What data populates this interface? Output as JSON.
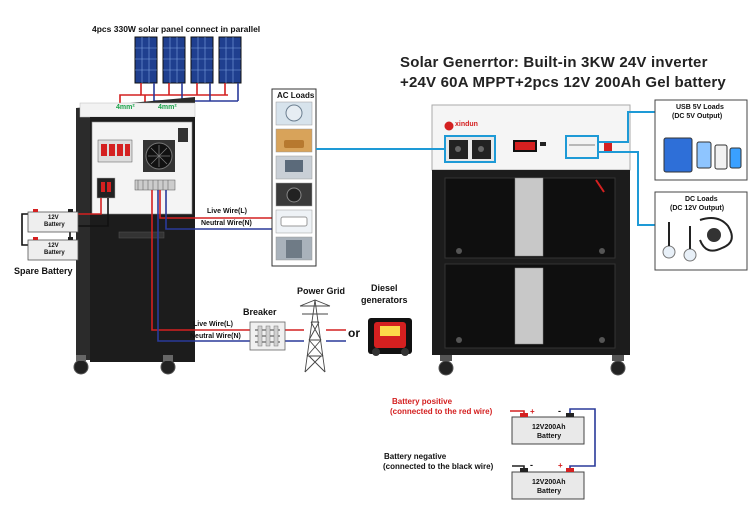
{
  "solar": {
    "heading": "4pcs 330W solar panel connect in parallel",
    "wire_left": "4mm²",
    "wire_right": "4mm²"
  },
  "spare_battery": {
    "label": "Spare Battery",
    "cell_voltage_top": "12V",
    "cell_name_top": "Battery",
    "cell_voltage_bottom": "12V",
    "cell_name_bottom": "Battery"
  },
  "ac_loads": {
    "title": "AC Loads",
    "live_wire": "Live Wire(L)",
    "neutral_wire": "Neutral Wire(N)"
  },
  "grid_section": {
    "live_wire": "Live Wire(L)",
    "neutral_wire": "Neutral Wire(N)",
    "breaker_label": "Breaker",
    "power_grid_label": "Power Grid",
    "or_label": "or",
    "diesel_line1": "Diesel",
    "diesel_line2": "generators"
  },
  "product": {
    "title_line1": "Solar Generrtor: Built-in 3KW 24V inverter",
    "title_line2": "+24V 60A MPPT+2pcs 12V 200Ah Gel battery",
    "brand": "xindun"
  },
  "usb_loads": {
    "title_line1": "USB 5V Loads",
    "title_line2": "(DC 5V Output)"
  },
  "dc_loads": {
    "title_line1": "DC Loads",
    "title_line2": "(DC 12V Output)"
  },
  "battery_wiring": {
    "positive_line1": "Battery positive",
    "positive_line2": "(connected to the red wire)",
    "negative_line1": "Battery negative",
    "negative_line2": "(connected to the black wire)",
    "top_cell_line1": "12V200Ah",
    "top_cell_line2": "Battery",
    "bottom_cell_line1": "12V200Ah",
    "bottom_cell_line2": "Battery",
    "plus": "+",
    "minus": "-"
  },
  "colors": {
    "live_wire": "#d42020",
    "neutral_wire": "#2a3a9a",
    "accent_blue": "#1e9ad6",
    "wire_green": "#1aa34a",
    "cabinet_dark": "#1c1c1c"
  }
}
